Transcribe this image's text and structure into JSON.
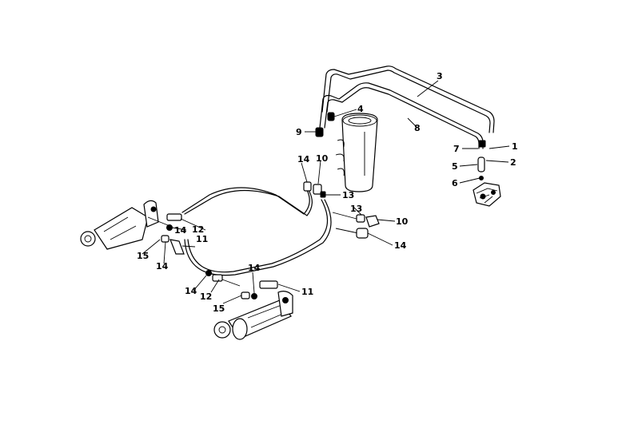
{
  "diagram": {
    "background": "#ffffff",
    "ink": "#000000",
    "callouts": [
      {
        "id": "c1",
        "text": "1"
      },
      {
        "id": "c2",
        "text": "2"
      },
      {
        "id": "c3",
        "text": "3"
      },
      {
        "id": "c4",
        "text": "4"
      },
      {
        "id": "c5",
        "text": "5"
      },
      {
        "id": "c6",
        "text": "6"
      },
      {
        "id": "c7",
        "text": "7"
      },
      {
        "id": "c8",
        "text": "8"
      },
      {
        "id": "c9",
        "text": "9"
      },
      {
        "id": "c10a",
        "text": "10"
      },
      {
        "id": "c10b",
        "text": "10"
      },
      {
        "id": "c11a",
        "text": "11"
      },
      {
        "id": "c11b",
        "text": "11"
      },
      {
        "id": "c12a",
        "text": "12"
      },
      {
        "id": "c12b",
        "text": "12"
      },
      {
        "id": "c13a",
        "text": "13"
      },
      {
        "id": "c13b",
        "text": "13"
      },
      {
        "id": "c14a",
        "text": "14"
      },
      {
        "id": "c14b",
        "text": "14"
      },
      {
        "id": "c14c",
        "text": "14"
      },
      {
        "id": "c14d",
        "text": "14"
      },
      {
        "id": "c14e",
        "text": "14"
      },
      {
        "id": "c14f",
        "text": "14"
      },
      {
        "id": "c15a",
        "text": "15"
      },
      {
        "id": "c15b",
        "text": "15"
      }
    ]
  }
}
